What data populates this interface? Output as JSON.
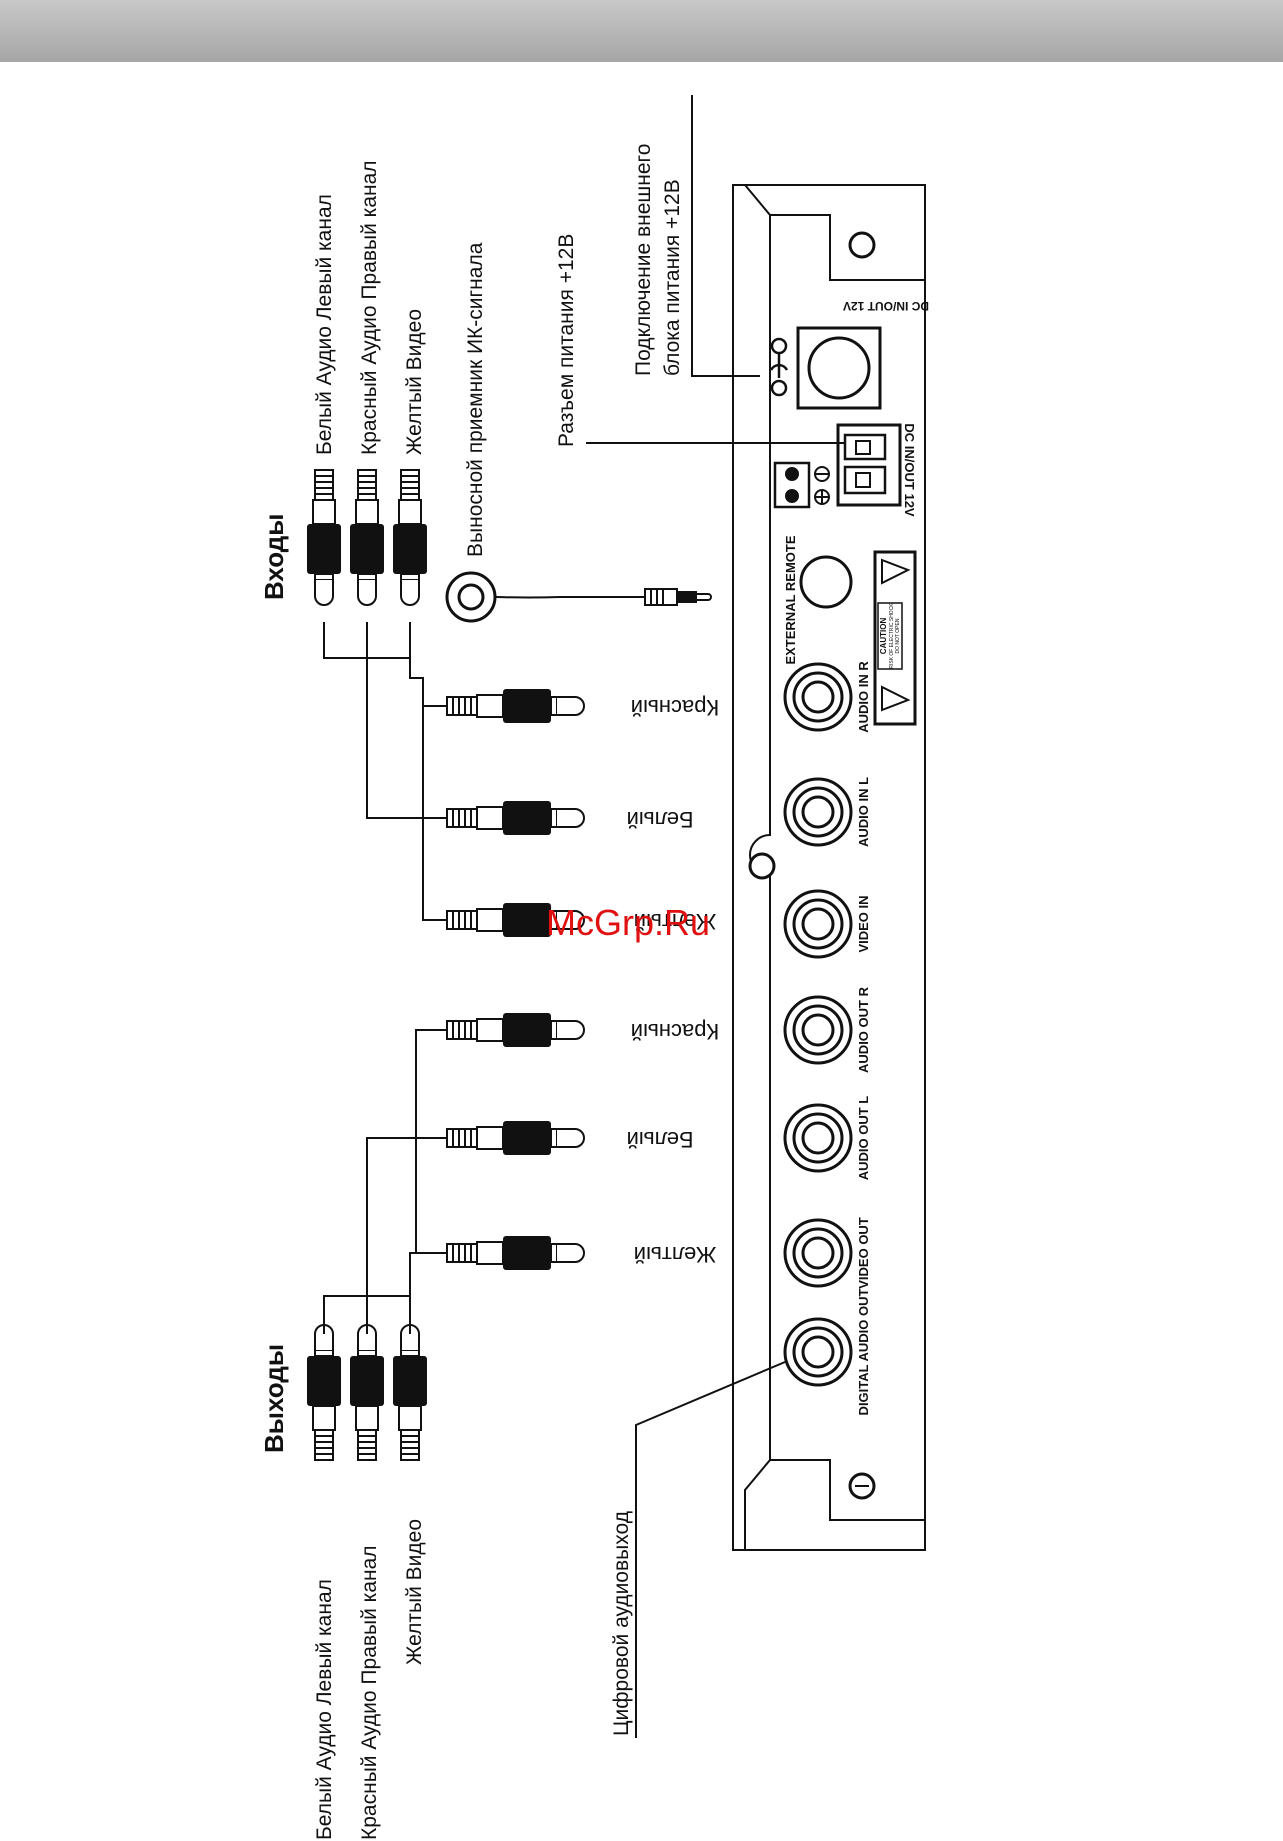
{
  "headings": {
    "inputs": "Входы",
    "outputs": "Выходы"
  },
  "input_labels": {
    "white_left": "Белый Аудио Левый канал",
    "red_right": "Красный Аудио Правый канал",
    "yellow_video": "Желтый Видео",
    "ir_receiver": "Выносной приемник ИК-сигнала"
  },
  "output_labels": {
    "white_left": "Белый Аудио Левый канал",
    "red_right": "Красный Аудио Правый канал",
    "yellow_video": "Желтый Видео",
    "digital_out": "Цифровой аудиовыход"
  },
  "power_labels": {
    "power_socket": "Разъем питания +12В",
    "ext_supply_line1": "Подключение внешнего",
    "ext_supply_line2": "блока питания +12В"
  },
  "plug_colors": {
    "in_red": "Красный",
    "in_white": "Белый",
    "in_yellow": "Желтый",
    "out_red": "Красный",
    "out_white": "Белый",
    "out_yellow": "Желтый"
  },
  "panel_labels": {
    "audio_in_r": "AUDIO IN R",
    "external_remote": "EXTERNAL REMOTE",
    "audio_in_l": "AUDIO IN L",
    "video_in": "VIDEO IN",
    "audio_out_r": "AUDIO OUT R",
    "audio_out_l": "AUDIO OUT L",
    "video_out": "VIDEO OUT",
    "digital_audio_out": "DIGITAL AUDIO OUT",
    "dc_in_out_bottom": "DC IN/OUT 12V",
    "dc_in_out_top": "DC IN/OUT 12V",
    "caution_title": "CAUTION",
    "caution_line1": "RISK OF ELECTRIC SHOCK",
    "caution_line2": "DO NOT OPEN"
  },
  "watermark": "McGrp.Ru",
  "colors": {
    "watermark": "#e01010",
    "header_bar": "#b3b3b3",
    "ink": "#111111"
  }
}
